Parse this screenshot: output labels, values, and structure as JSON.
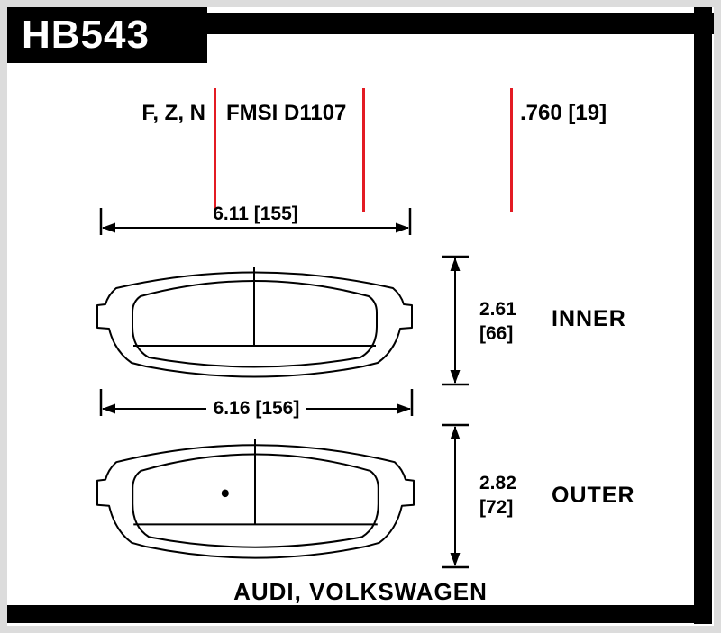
{
  "part": {
    "number": "HB543"
  },
  "header": {
    "compounds": "F, Z, N",
    "fmsi": "FMSI D1107",
    "thickness": ".760 [19]"
  },
  "inner": {
    "width": "6.11 [155]",
    "height_in": "2.61",
    "height_mm": "[66]",
    "label": "INNER"
  },
  "outer": {
    "width": "6.16 [156]",
    "height_in": "2.82",
    "height_mm": "[72]",
    "label": "OUTER"
  },
  "footer": {
    "vehicles": "AUDI, VOLKSWAGEN"
  },
  "colors": {
    "divider_red": "#e31b23",
    "bar_black": "#000000"
  }
}
